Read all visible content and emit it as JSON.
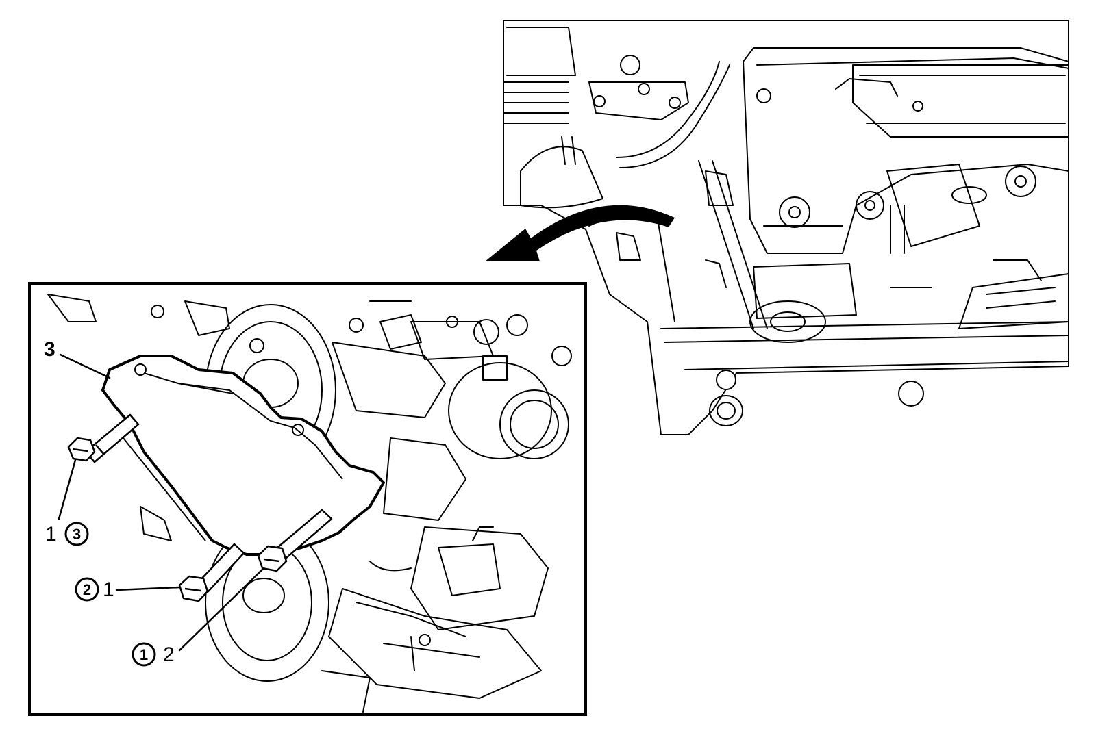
{
  "figure": {
    "background": "#ffffff",
    "line_color": "#000000",
    "callouts": {
      "main_3": "3",
      "bolt_a_plain": "1",
      "bolt_a_seq": "3",
      "bolt_b_seq": "2",
      "bolt_b_plain": "1",
      "bolt_c_seq": "1",
      "bolt_c_plain": "2"
    },
    "icons": [
      "rotation-arrow-icon"
    ]
  }
}
